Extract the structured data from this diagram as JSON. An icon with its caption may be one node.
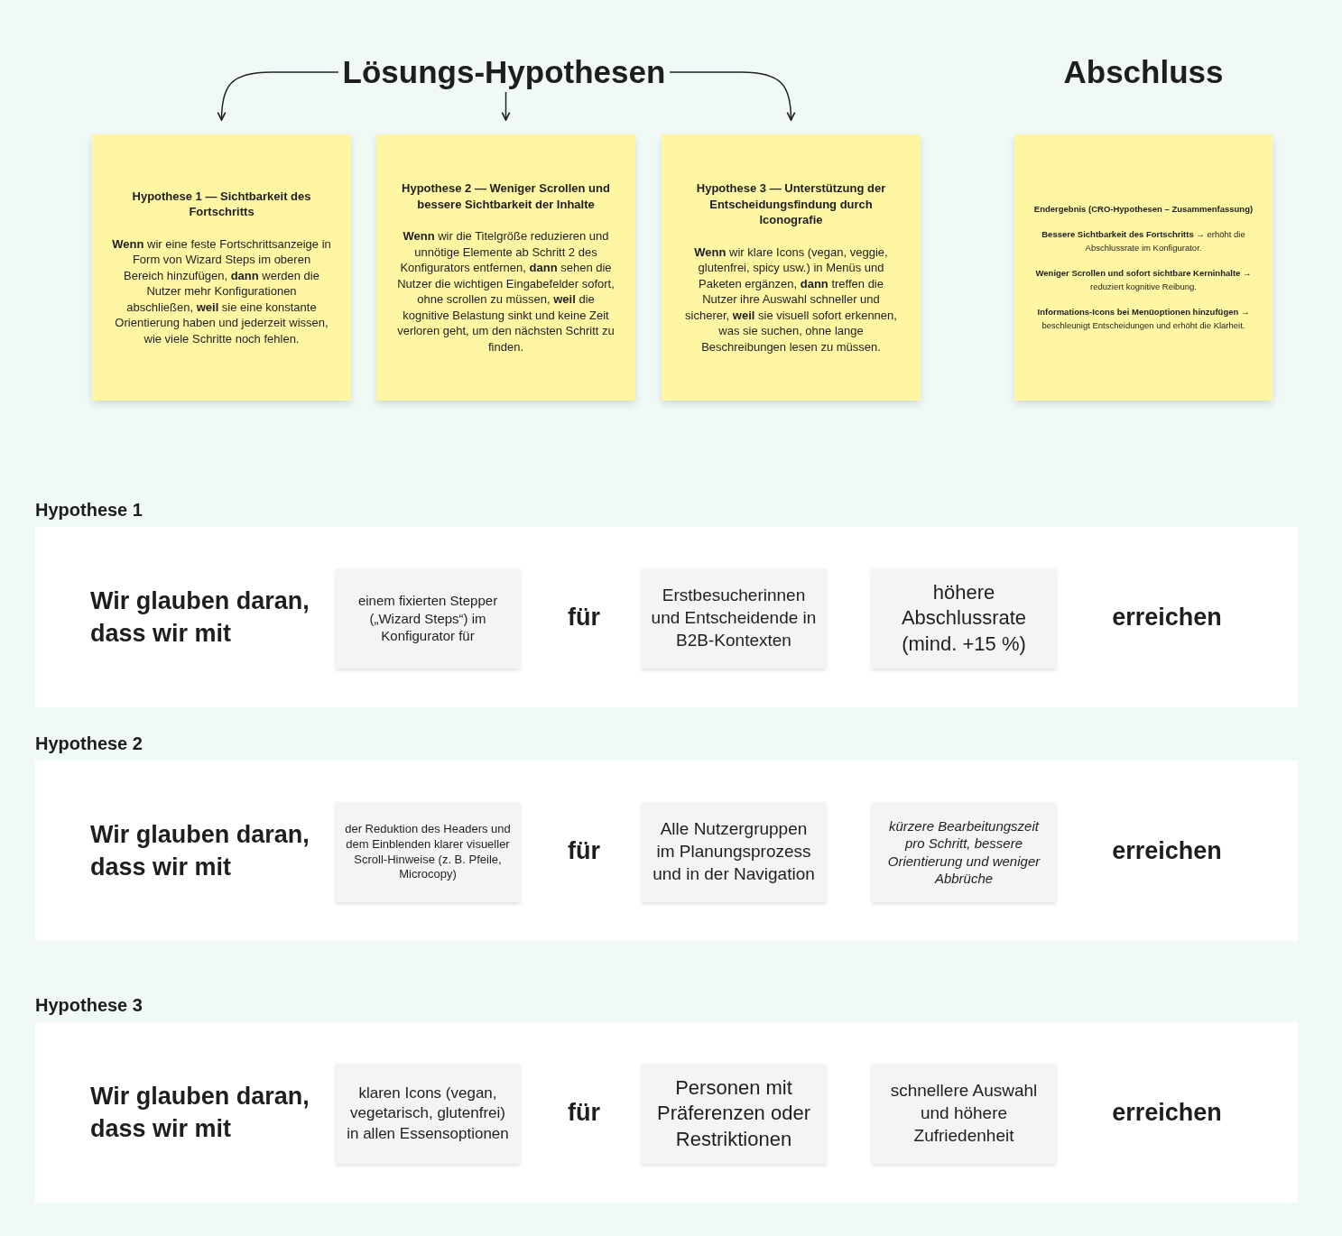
{
  "diagram": {
    "nodes": [
      {
        "text": [
          "Lösungs-Hypothesen"
        ]
      },
      {
        "text": [
          "Hypothese 1 — Sichtbarkeit des Fortschritts",
          "**Wenn** wir eine feste Fortschrittsanzeige in Form von Wizard Steps im oberen Bereich hinzufügen, **dann** werden die Nutzer mehr Konfigurationen abschließen, **weil** sie eine konstante Orientierung haben und jederzeit wissen, wie viele Schritte noch fehlen."
        ]
      },
      {
        "text": [
          "Hypothese 2 — Weniger Scrollen und bessere Sichtbarkeit der Inhalte",
          "**Wenn** wir die Titelgröße reduzieren und unnötige Elemente ab Schritt 2 des Konfigurators entfernen, **dann** sehen die Nutzer die wichtigen Eingabefelder sofort, ohne scrollen zu müssen, **weil** die kognitive Belastung sinkt und keine Zeit verloren geht, um den nächsten Schritt zu finden."
        ]
      },
      {
        "text": [
          "Hypothese 3 — Unterstützung der Entscheidungsfindung durch Iconografie",
          "**Wenn** wir klare Icons (vegan, veggie, glutenfrei, spicy usw.) in Menüs und Paketen ergänzen, **dann** treffen die Nutzer ihre Auswahl schneller und sicherer, **weil** sie visuell sofort erkennen, was sie suchen, ohne lange Beschreibungen lesen zu müssen."
        ]
      },
      {
        "text": [
          "Abschluss",
          "Endergebnis (CRO-Hypothesen – Zusammenfassung)",
          "**Bessere Sichtbarkeit des Fortschritts** → erhöht die Abschlussrate im Konfigurator.",
          "**Weniger Scrollen und sofort sichtbare Kerninhalte** → reduziert kognitive Reibung.",
          "**Informations-Icons bei Menüoptionen hinzufügen** → beschleunigt Entscheidungen und erhöht die Klarheit."
        ]
      },
      {
        "text": [
          "Hypothese 1"
        ]
      },
      {
        "text": [
          "einem fixierten Stepper („Wizard Steps“) im Konfigurator für"
        ],
        "in": 5
      },
      {
        "text": [
          "Erstbesucherinnen und Entscheidende in B2B-Kontexten"
        ],
        "in": 5
      },
      {
        "text": [
          "höhere Abschlussrate (mind. +15 %)"
        ],
        "in": 5
      },
      {
        "text": [
          "Hypothese 2"
        ]
      },
      {
        "text": [
          "der Reduktion des Headers und dem Einblenden klarer visueller Scroll-Hinweise (z. B. Pfeile, Microcopy)"
        ],
        "in": 9
      },
      {
        "text": [
          "Alle Nutzergruppen im Planungsprozess und in der Navigation"
        ],
        "in": 9
      },
      {
        "text": [
          "kürzere Bearbeitungszeit pro Schritt, bessere Orientierung und weniger Abbrüche"
        ],
        "in": 9
      },
      {
        "text": [
          "Hypothese 3"
        ]
      },
      {
        "text": [
          "klaren Icons (vegan, vegetarisch, glutenfrei) in allen Essensoptionen"
        ],
        "in": 13
      },
      {
        "text": [
          "Personen mit Präferenzen oder Restriktionen"
        ],
        "in": 13
      },
      {
        "text": [
          "schnellere Auswahl und höhere Zufriedenheit"
        ],
        "in": 13
      }
    ],
    "edges": [
      {
        "from": 0,
        "to": 1,
        "arrow": "to"
      },
      {
        "from": 0,
        "to": 2,
        "arrow": "to"
      },
      {
        "from": 0,
        "to": 3,
        "arrow": "to"
      }
    ],
    "labels": [
      "Wir glauben daran, dass wir mit",
      "für",
      "erreichen",
      "Wir glauben daran, dass wir mit",
      "für",
      "erreichen",
      "Wir glauben daran, dass wir mit",
      "für",
      "erreichen"
    ]
  }
}
